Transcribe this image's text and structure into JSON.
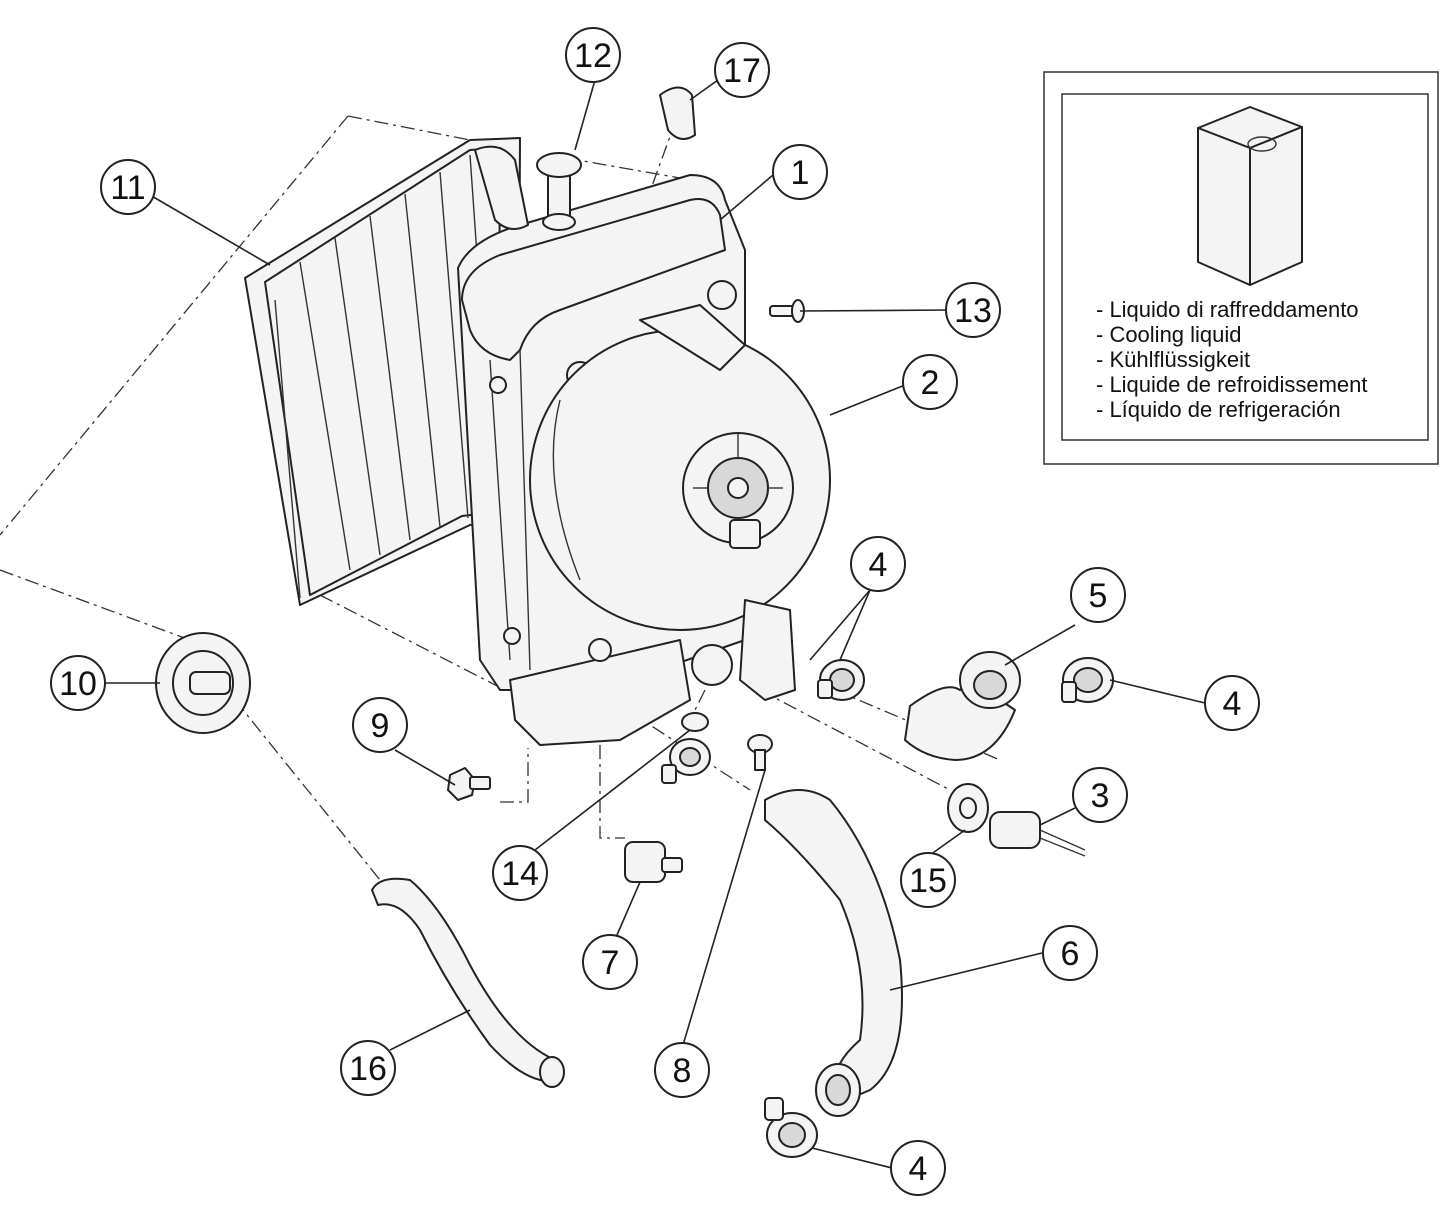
{
  "callouts": [
    {
      "id": "1",
      "label": "1"
    },
    {
      "id": "2",
      "label": "2"
    },
    {
      "id": "3",
      "label": "3"
    },
    {
      "id": "4a",
      "label": "4"
    },
    {
      "id": "4b",
      "label": "4"
    },
    {
      "id": "4c",
      "label": "4"
    },
    {
      "id": "5",
      "label": "5"
    },
    {
      "id": "6",
      "label": "6"
    },
    {
      "id": "7",
      "label": "7"
    },
    {
      "id": "8",
      "label": "8"
    },
    {
      "id": "9",
      "label": "9"
    },
    {
      "id": "10",
      "label": "10"
    },
    {
      "id": "11",
      "label": "11"
    },
    {
      "id": "12",
      "label": "12"
    },
    {
      "id": "13",
      "label": "13"
    },
    {
      "id": "14",
      "label": "14"
    },
    {
      "id": "15",
      "label": "15"
    },
    {
      "id": "16",
      "label": "16"
    },
    {
      "id": "17",
      "label": "17"
    }
  ],
  "legend": {
    "lines": [
      "- Liquido di raffreddamento",
      "- Cooling liquid",
      "- Kühlflüssigkeit",
      "- Liquide de refroidissement",
      "- Líquido de refrigeración"
    ]
  }
}
